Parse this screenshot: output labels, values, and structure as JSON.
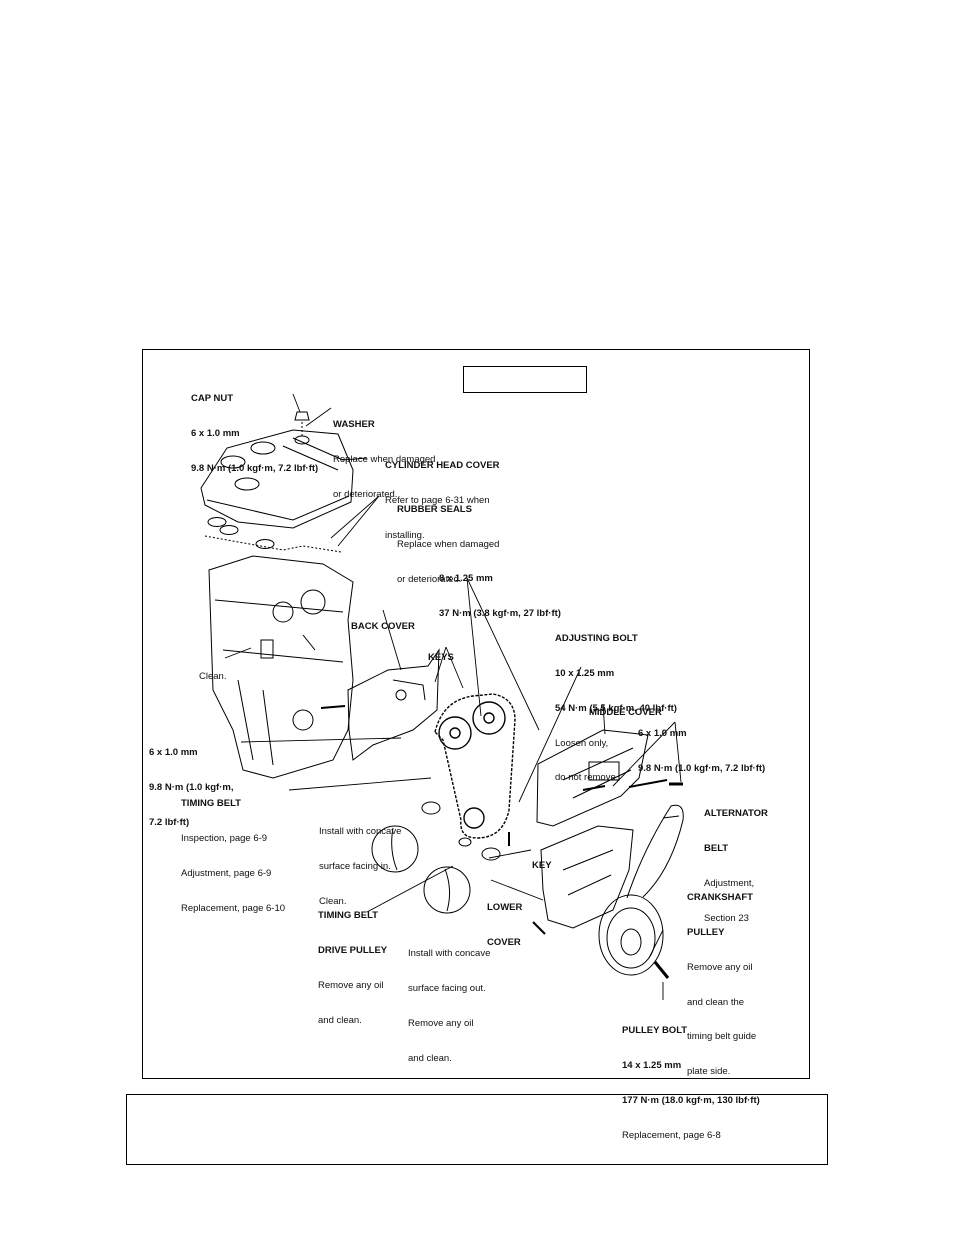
{
  "diagram": {
    "title": "",
    "caption": "",
    "labels": {
      "cap_nut": {
        "heading": "CAP NUT",
        "lines": [
          "6 x 1.0 mm",
          "9.8 N·m (1.0 kgf·m, 7.2 lbf·ft)"
        ]
      },
      "washer": {
        "heading": "WASHER",
        "lines": [
          "Replace when damaged",
          "or deteriorated."
        ]
      },
      "cylinder_head_cover": {
        "heading": "CYLINDER HEAD COVER",
        "lines": [
          "Refer to page 6-31 when",
          "installing."
        ]
      },
      "rubber_seals": {
        "heading": "RUBBER SEALS",
        "lines": [
          "Replace when damaged",
          "or deteriorated."
        ]
      },
      "bolt_8": {
        "heading": "8 x 1.25 mm",
        "lines": [
          "37 N·m (3.8 kgf·m, 27 lbf·ft)"
        ]
      },
      "back_cover": {
        "heading": "BACK COVER",
        "lines": []
      },
      "keys": {
        "heading": "KEYS",
        "lines": []
      },
      "adjusting_bolt": {
        "heading": "ADJUSTING BOLT",
        "lines": [
          "10 x 1.25 mm",
          "54 N·m (5.5 kgf·m, 40 lbf·ft)",
          "Loosen only,",
          "do not remove."
        ]
      },
      "clean": {
        "heading": "",
        "lines": [
          "Clean."
        ]
      },
      "middle_cover": {
        "heading": "MIDDLE COVER",
        "lines": []
      },
      "bolt_6_right": {
        "heading": "6 x 1.0 mm",
        "lines": [
          "9.8 N·m (1.0 kgf·m, 7.2 lbf·ft)"
        ]
      },
      "bolt_6_left": {
        "heading": "6 x 1.0 mm",
        "lines": [
          "9.8 N·m (1.0 kgf·m,",
          "7.2 lbf·ft)"
        ]
      },
      "timing_belt": {
        "heading": "TIMING BELT",
        "lines": [
          "Inspection, page 6-9",
          "Adjustment, page 6-9",
          "Replacement, page 6-10"
        ]
      },
      "install_in": {
        "heading": "",
        "lines": [
          "Install with concave",
          "surface facing in.",
          "Clean."
        ]
      },
      "alternator_belt": {
        "heading": "ALTERNATOR",
        "lines": [
          "BELT",
          "Adjustment,",
          "Section 23"
        ]
      },
      "key": {
        "heading": "KEY",
        "lines": []
      },
      "lower_cover": {
        "heading": "LOWER",
        "lines": [
          "COVER"
        ]
      },
      "crankshaft_pulley": {
        "heading": "CRANKSHAFT",
        "lines": [
          "PULLEY",
          "Remove any oil",
          "and clean the",
          "timing belt guide",
          "plate side."
        ]
      },
      "timing_belt_drive_pulley": {
        "heading": "TIMING BELT",
        "lines": [
          "DRIVE PULLEY",
          "Remove any oil",
          "and clean."
        ]
      },
      "install_out": {
        "heading": "",
        "lines": [
          "Install with concave",
          "surface facing out.",
          "Remove any oil",
          "and clean."
        ]
      },
      "pulley_bolt": {
        "heading": "PULLEY BOLT",
        "lines": [
          "14 x 1.25 mm",
          "177 N·m (18.0 kgf·m, 130 lbf·ft)",
          "Replacement, page 6-8"
        ]
      }
    }
  }
}
